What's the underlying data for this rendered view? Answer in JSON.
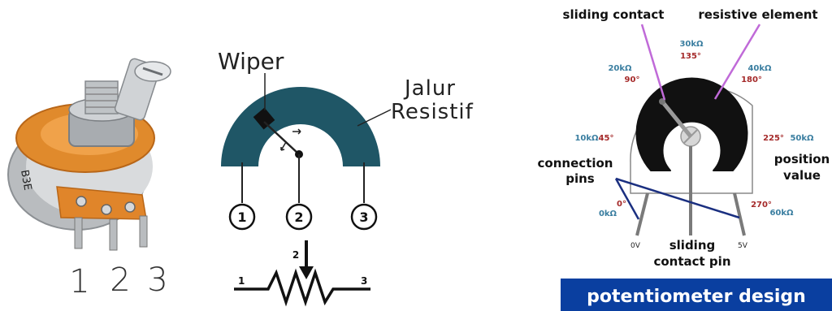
{
  "photo": {
    "shaft_code": "B3E",
    "pin_numbers": [
      "1",
      "2",
      "3"
    ]
  },
  "schematic": {
    "wiper_label": "Wiper",
    "track_label_line1": "Jalur",
    "track_label_line2": "Resistif",
    "terminals": [
      "1",
      "2",
      "3"
    ],
    "resistor_wiper_num": "2",
    "resistor_left_num": "1",
    "resistor_right_num": "3"
  },
  "design": {
    "sliding_contact": "sliding contact",
    "resistive_element": "resistive element",
    "connection_pins_1": "connection",
    "connection_pins_2": "pins",
    "position_value_1": "position",
    "position_value_2": "value",
    "contact_pin_1": "sliding",
    "contact_pin_2": "contact pin",
    "v0": "0V",
    "v5": "5V",
    "scale": [
      {
        "ohm": "0kΩ",
        "deg": "0°"
      },
      {
        "ohm": "10kΩ",
        "deg": "45°"
      },
      {
        "ohm": "20kΩ",
        "deg": "90°"
      },
      {
        "ohm": "30kΩ",
        "deg": "135°"
      },
      {
        "ohm": "40kΩ",
        "deg": "180°"
      },
      {
        "ohm": "50kΩ",
        "deg": "225°"
      },
      {
        "ohm": "60kΩ",
        "deg": "270°"
      }
    ],
    "banner": "potentiometer design"
  },
  "colors": {
    "arc_teal": "#1f5666",
    "ohm_blue": "#3a7ea0",
    "deg_red": "#a52a2a",
    "banner_blue": "#0a3fa0",
    "pointer_purple": "#c06ad8",
    "pin_navy": "#1a2f80",
    "body_orange": "#e08a2c"
  }
}
